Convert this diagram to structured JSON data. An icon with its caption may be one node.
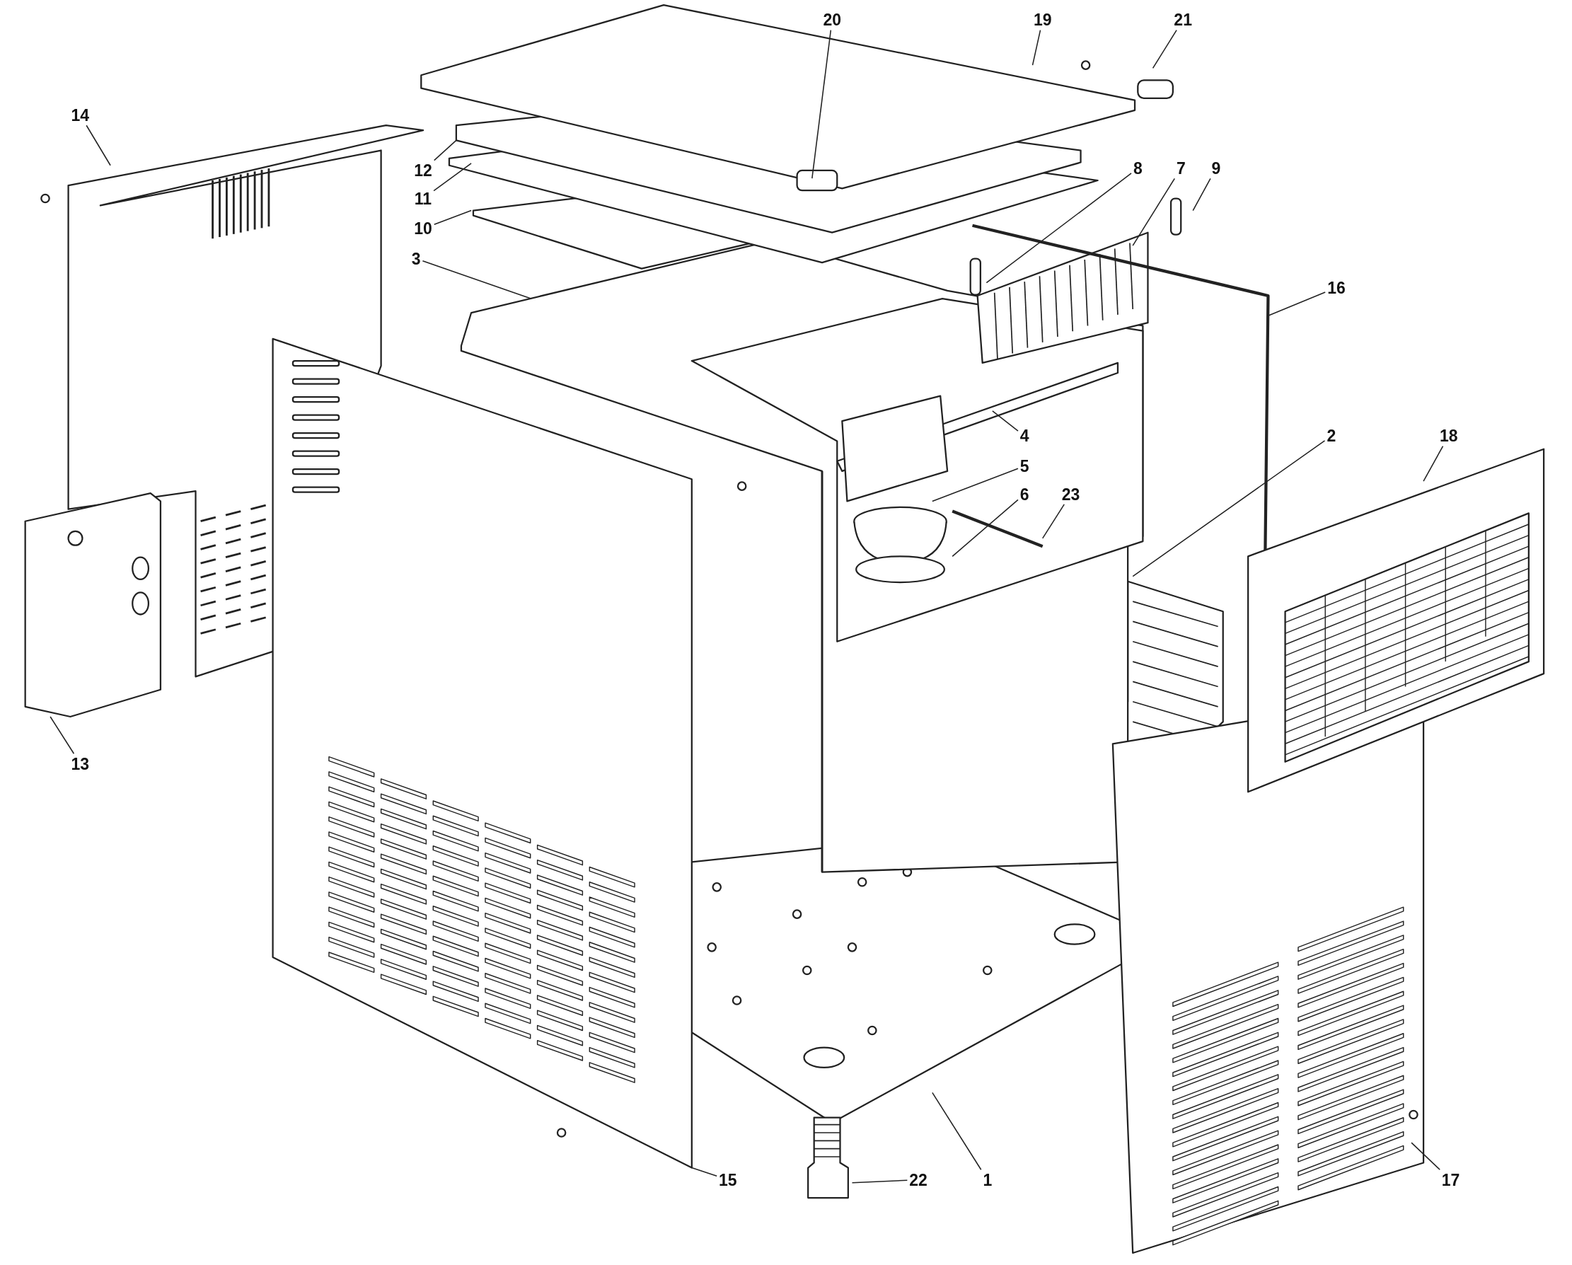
{
  "diagram": {
    "nodes": [
      {
        "text": [
          "20"
        ]
      },
      {
        "text": [
          "19"
        ]
      },
      {
        "text": [
          "21"
        ]
      },
      {
        "text": [
          "14"
        ]
      },
      {
        "text": [
          "8"
        ]
      },
      {
        "text": [
          "7"
        ]
      },
      {
        "text": [
          "9"
        ]
      },
      {
        "text": [
          "12"
        ]
      },
      {
        "text": [
          "11"
        ]
      },
      {
        "text": [
          "10"
        ]
      },
      {
        "text": [
          "3"
        ]
      },
      {
        "text": [
          "16"
        ]
      },
      {
        "text": [
          "4"
        ]
      },
      {
        "text": [
          "2"
        ]
      },
      {
        "text": [
          "18"
        ]
      },
      {
        "text": [
          "5"
        ]
      },
      {
        "text": [
          "6"
        ]
      },
      {
        "text": [
          "23"
        ]
      },
      {
        "text": [
          "13"
        ]
      },
      {
        "text": [
          "15"
        ]
      },
      {
        "text": [
          "22"
        ]
      },
      {
        "text": [
          "1"
        ]
      },
      {
        "text": [
          "17"
        ]
      }
    ],
    "edges": [
      {
        "from": 0,
        "to": null,
        "arrow": "none"
      },
      {
        "from": 1,
        "to": null,
        "arrow": "none"
      },
      {
        "from": 2,
        "to": null,
        "arrow": "none"
      },
      {
        "from": 3,
        "to": null,
        "arrow": "none"
      },
      {
        "from": 4,
        "to": null,
        "arrow": "none"
      },
      {
        "from": 5,
        "to": null,
        "arrow": "none"
      },
      {
        "from": 6,
        "to": null,
        "arrow": "none"
      },
      {
        "from": 7,
        "to": null,
        "arrow": "none"
      },
      {
        "from": 8,
        "to": null,
        "arrow": "none"
      },
      {
        "from": 9,
        "to": null,
        "arrow": "none"
      },
      {
        "from": 10,
        "to": null,
        "arrow": "none"
      },
      {
        "from": 11,
        "to": null,
        "arrow": "none"
      },
      {
        "from": 12,
        "to": null,
        "arrow": "none"
      },
      {
        "from": 13,
        "to": null,
        "arrow": "none"
      },
      {
        "from": 14,
        "to": null,
        "arrow": "none"
      },
      {
        "from": 15,
        "to": null,
        "arrow": "none"
      },
      {
        "from": 16,
        "to": null,
        "arrow": "none"
      },
      {
        "from": 17,
        "to": null,
        "arrow": "none"
      },
      {
        "from": 18,
        "to": null,
        "arrow": "none"
      },
      {
        "from": 19,
        "to": null,
        "arrow": "none"
      },
      {
        "from": 20,
        "to": null,
        "arrow": "none"
      },
      {
        "from": 21,
        "to": null,
        "arrow": "none"
      },
      {
        "from": 22,
        "to": null,
        "arrow": "none"
      }
    ]
  }
}
